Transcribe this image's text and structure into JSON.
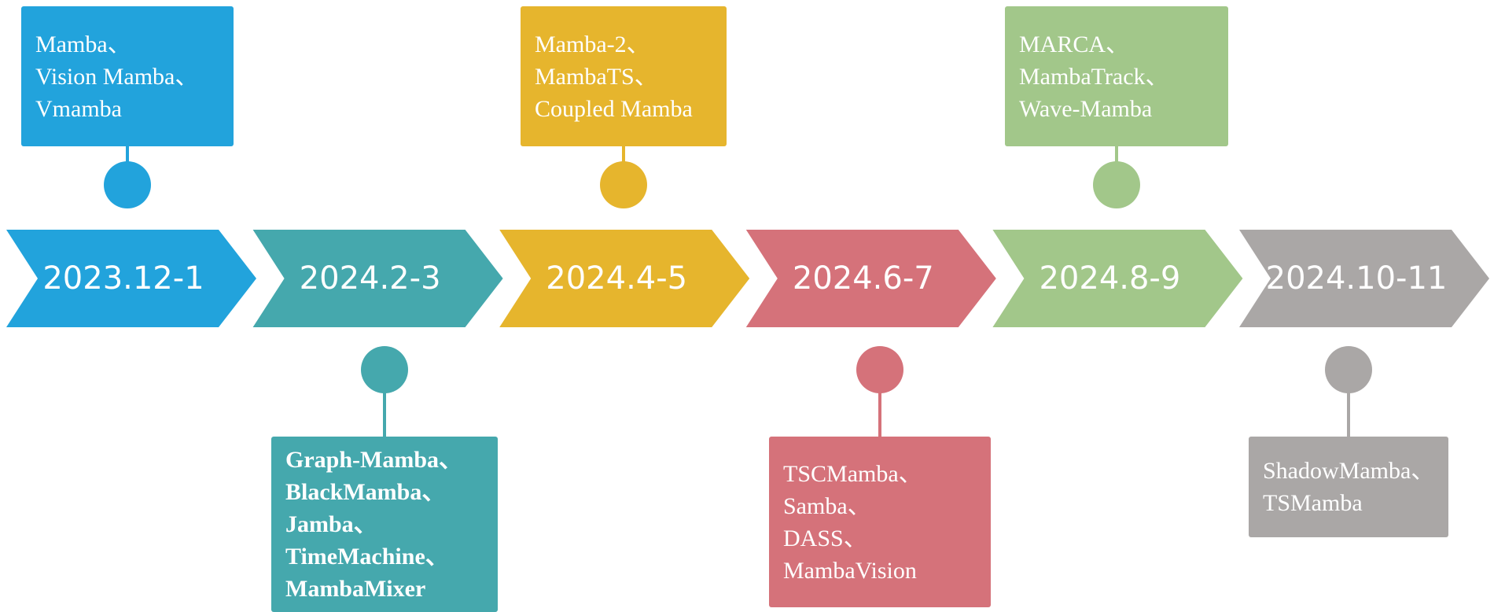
{
  "timeline": {
    "periods": [
      {
        "date": "2023.12-1",
        "color": "#22a3dc",
        "position": "above",
        "bold": false,
        "models": [
          "Mamba、",
          "Vision Mamba、",
          "Vmamba"
        ]
      },
      {
        "date": "2024.2-3",
        "color": "#45a8ad",
        "position": "below",
        "bold": true,
        "models": [
          "Graph-Mamba、",
          "BlackMamba、",
          "Jamba、",
          "TimeMachine、",
          "MambaMixer"
        ]
      },
      {
        "date": "2024.4-5",
        "color": "#e6b52d",
        "position": "above",
        "bold": false,
        "models": [
          "Mamba-2、",
          "MambaTS、",
          "Coupled Mamba"
        ]
      },
      {
        "date": "2024.6-7",
        "color": "#d5727a",
        "position": "below",
        "bold": false,
        "models": [
          "TSCMamba、",
          "Samba、",
          "DASS、",
          "MambaVision"
        ]
      },
      {
        "date": "2024.8-9",
        "color": "#a2c78a",
        "position": "above",
        "bold": false,
        "models": [
          "MARCA、",
          "MambaTrack、",
          "Wave-Mamba"
        ]
      },
      {
        "date": "2024.10-11",
        "color": "#aaa7a6",
        "position": "below",
        "bold": false,
        "models": [
          "ShadowMamba、",
          "TSMamba"
        ]
      }
    ]
  }
}
